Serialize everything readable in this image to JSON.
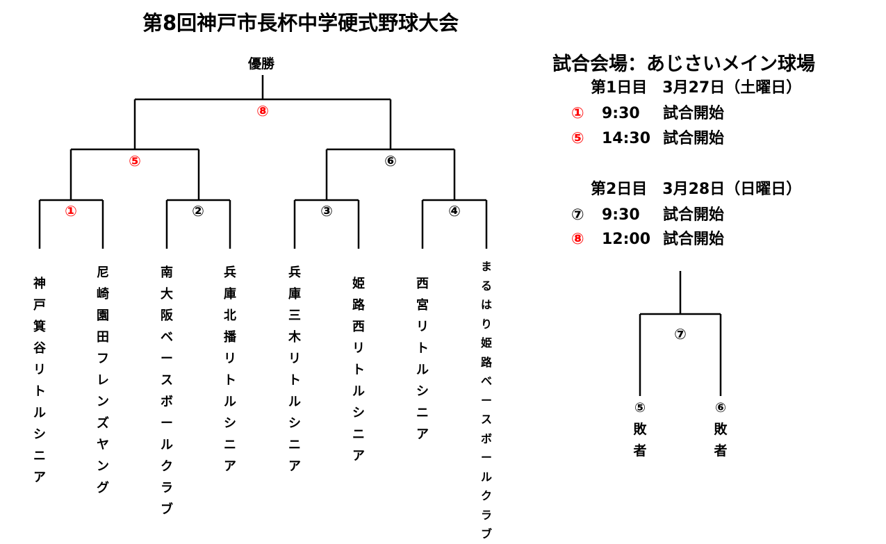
{
  "title": "第8回神戸市長杯中学硬式野球大会",
  "champion_label": "優勝",
  "bracket": {
    "final": {
      "num": "⑧",
      "color": "#ff0000"
    },
    "semis": [
      {
        "num": "⑤",
        "color": "#ff0000"
      },
      {
        "num": "⑥",
        "color": "#000000"
      }
    ],
    "quarters": [
      {
        "num": "①",
        "color": "#ff0000"
      },
      {
        "num": "②",
        "color": "#000000"
      },
      {
        "num": "③",
        "color": "#000000"
      },
      {
        "num": "④",
        "color": "#000000"
      }
    ],
    "teams": [
      "神戸箕谷リトルシニア",
      "尼崎園田フレンズヤング",
      "南大阪ベースボールクラブ",
      "兵庫北播リトルシニア",
      "兵庫三木リトルシニア",
      "姫路西リトルシニア",
      "西宮リトルシニア",
      "まるはり姫路ベースボールクラブ"
    ]
  },
  "venue": "試合会場：あじさいメイン球場",
  "days": [
    {
      "heading": "第1日目　3月27日（土曜日）",
      "games": [
        {
          "num": "①",
          "time": "9:30",
          "label": "試合開始",
          "color": "#ff0000"
        },
        {
          "num": "⑤",
          "time": "14:30",
          "label": "試合開始",
          "color": "#ff0000"
        }
      ]
    },
    {
      "heading": "第2日目　3月28日（日曜日）",
      "games": [
        {
          "num": "⑦",
          "time": "9:30",
          "label": "試合開始",
          "color": "#000000"
        },
        {
          "num": "⑧",
          "time": "12:00",
          "label": "試合開始",
          "color": "#ff0000"
        }
      ]
    }
  ],
  "third_place": {
    "num": "⑦",
    "left": {
      "num": "⑤",
      "label": "敗者"
    },
    "right": {
      "num": "⑥",
      "label": "敗者"
    }
  }
}
